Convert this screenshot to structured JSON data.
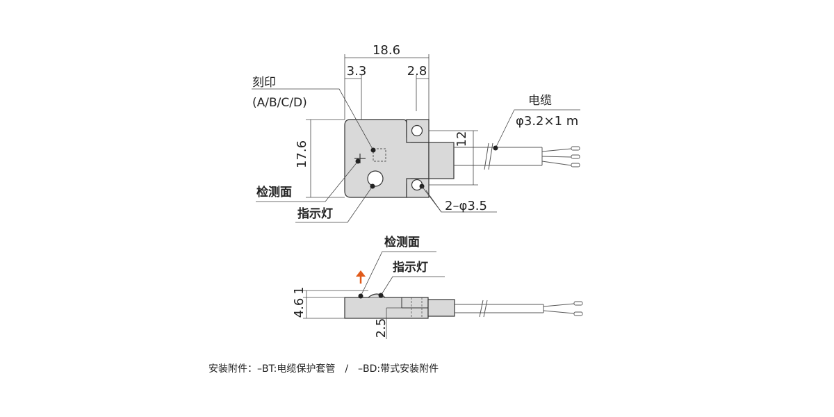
{
  "top_view": {
    "dim_width": "18.6",
    "dim_left_offset": "3.3",
    "dim_right_offset": "2.8",
    "dim_height": "17.6",
    "dim_neck": "12",
    "label_marking": "刻印",
    "label_marking_sub": "(A/B/C/D)",
    "label_cable": "电缆",
    "label_cable_spec": "φ3.2×1 m",
    "label_surface": "检测面",
    "label_indicator": "指示灯",
    "label_holes": "2–φ3.5"
  },
  "side_view": {
    "label_surface": "检测面",
    "label_indicator": "指示灯",
    "dim_thickness": "4.6",
    "dim_bump": "1",
    "dim_offset": "2.5"
  },
  "footer_note": "安装附件：–BT:电缆保护套管　/　–BD:带式安装附件",
  "colors": {
    "body_fill": "#d9d9d9",
    "line": "#333333",
    "arrow": "#e05a1a"
  }
}
